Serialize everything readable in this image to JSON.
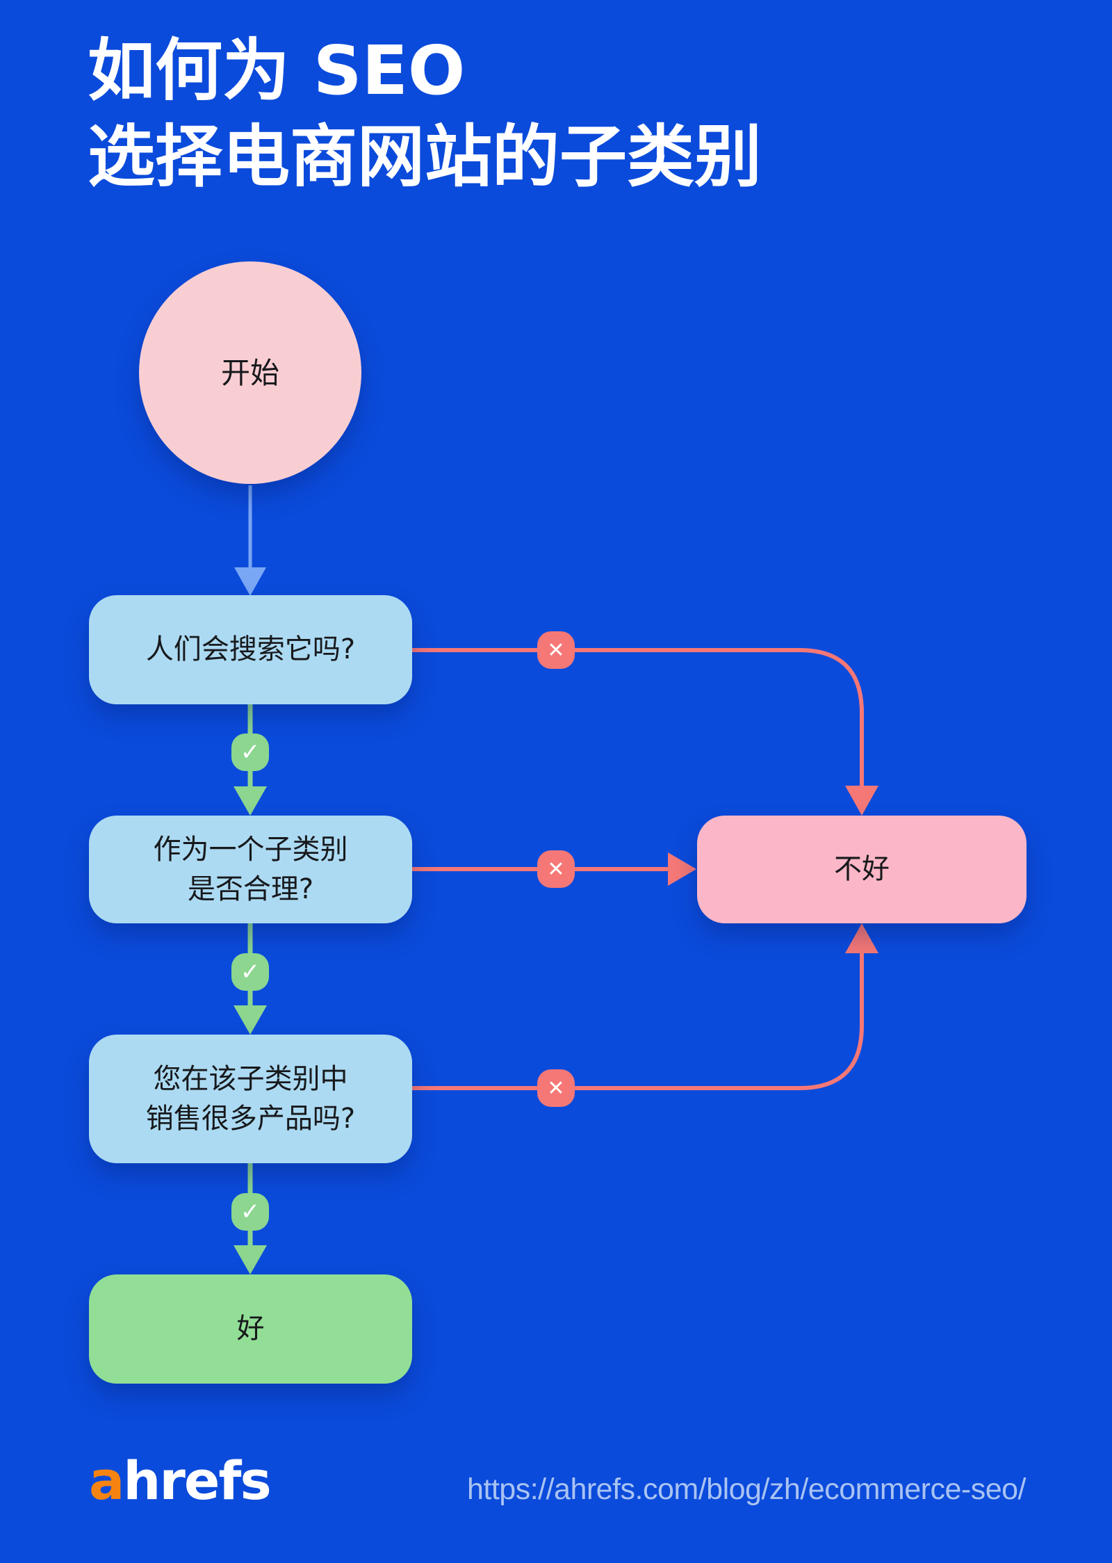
{
  "title": {
    "line1": "如何为 SEO",
    "line2": "选择电商网站的子类别"
  },
  "flowchart": {
    "nodes": {
      "start": {
        "label": "开始"
      },
      "q1": {
        "label": "人们会搜索它吗?"
      },
      "q2": {
        "label": "作为一个子类别\n是否合理?"
      },
      "q3": {
        "label": "您在该子类别中\n销售很多产品吗?"
      },
      "good": {
        "label": "好"
      },
      "bad": {
        "label": "不好"
      }
    },
    "icons": {
      "yes": "✓",
      "no": "✕"
    },
    "colors": {
      "background": "#0B4BDB",
      "question_box": "#ACDAF2",
      "start_circle": "#F9CED3",
      "bad_box": "#FBB7C7",
      "good_box": "#92DE96",
      "yes_accent": "#8CD690",
      "no_accent": "#F57876",
      "start_arrow": "#79A7F5",
      "node_text": "#17191C",
      "title_text": "#FFFFFF"
    }
  },
  "footer": {
    "logo_prefix": "a",
    "logo_suffix": "hrefs",
    "logo_prefix_color": "#F78410",
    "url": "https://ahrefs.com/blog/zh/ecommerce-seo/"
  }
}
